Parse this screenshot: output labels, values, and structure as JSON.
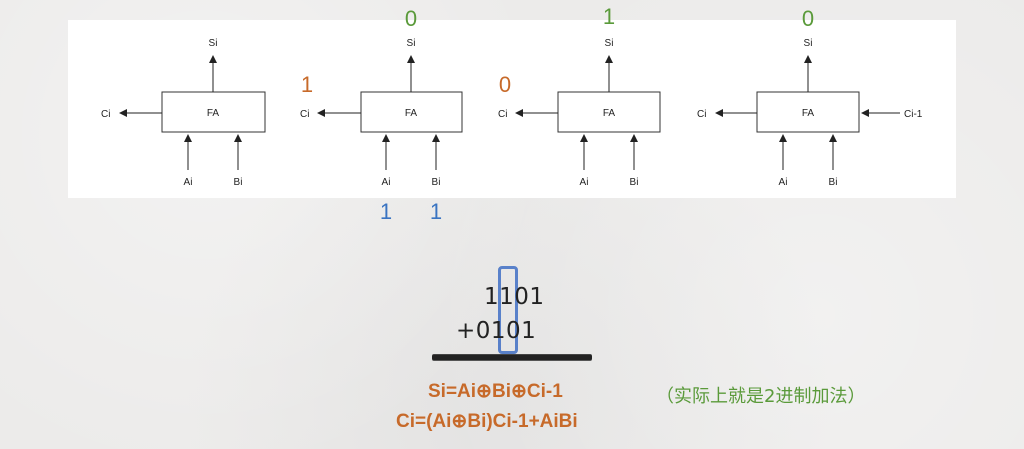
{
  "diagram": {
    "adders": [
      {
        "box_label": "FA",
        "sum_label": "Si",
        "carry_out_label": "Ci",
        "carry_in_label": "",
        "input_a_label": "Ai",
        "input_b_label": "Bi"
      },
      {
        "box_label": "FA",
        "sum_label": "Si",
        "carry_out_label": "Ci",
        "carry_in_label": "",
        "input_a_label": "Ai",
        "input_b_label": "Bi"
      },
      {
        "box_label": "FA",
        "sum_label": "Si",
        "carry_out_label": "Ci",
        "carry_in_label": "",
        "input_a_label": "Ai",
        "input_b_label": "Bi"
      },
      {
        "box_label": "FA",
        "sum_label": "Si",
        "carry_out_label": "Ci",
        "carry_in_label": "Ci-1",
        "input_a_label": "Ai",
        "input_b_label": "Bi"
      }
    ],
    "annotations": {
      "sum_bits": [
        "0",
        "1",
        "0"
      ],
      "carry_bits": [
        "1",
        "0"
      ],
      "input_bits": [
        "1",
        "1"
      ]
    }
  },
  "addition": {
    "operand1": "1101",
    "operator": "+",
    "operand2": "0101"
  },
  "formulas": {
    "sum": "Si=Ai⊕Bi⊕Ci-1",
    "carry": "Ci=(Ai⊕Bi)Ci-1+AiBi"
  },
  "note": "（实际上就是2进制加法）",
  "colors": {
    "green": "#5a9a3a",
    "orange": "#c76a2a",
    "blue": "#3a74c2"
  }
}
